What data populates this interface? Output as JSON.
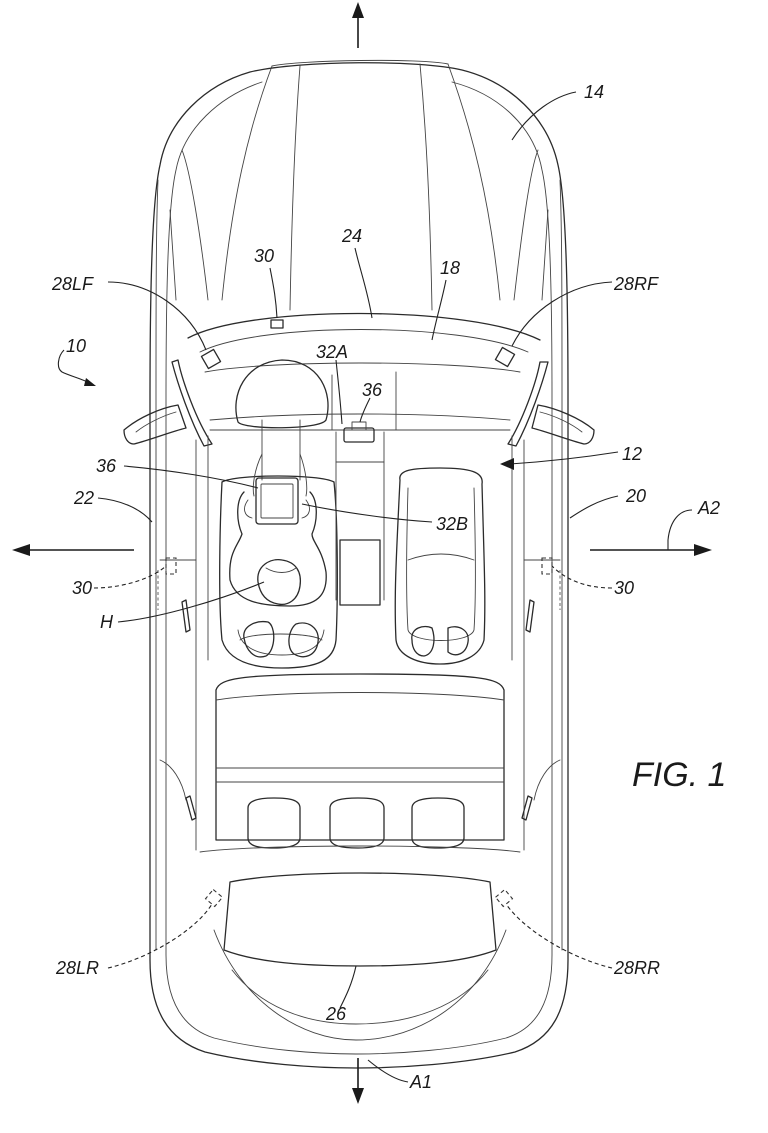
{
  "figure": {
    "caption": "FIG. 1"
  },
  "labels": {
    "l10": "10",
    "l12": "12",
    "l14": "14",
    "l18": "18",
    "l20": "20",
    "l22": "22",
    "l24": "24",
    "l26": "26",
    "l28LF": "28LF",
    "l28RF": "28RF",
    "l28LR": "28LR",
    "l28RR": "28RR",
    "l30_top": "30",
    "l30_left": "30",
    "l30_right": "30",
    "l32A": "32A",
    "l32B": "32B",
    "l36_top": "36",
    "l36_left": "36",
    "lH": "H",
    "lA1": "A1",
    "lA2": "A2"
  },
  "colors": {
    "line": "#2b2b2b",
    "background": "#ffffff"
  }
}
